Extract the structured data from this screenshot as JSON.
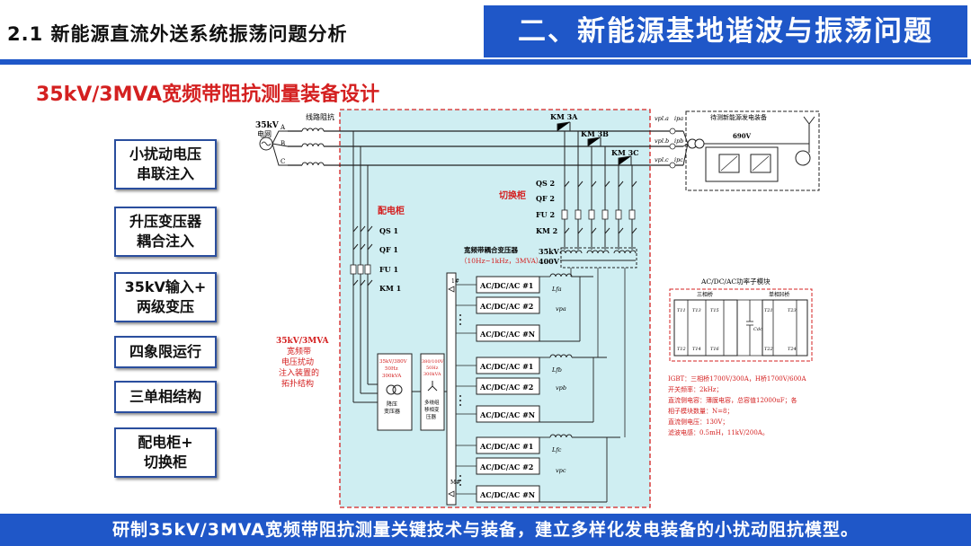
{
  "header": {
    "section_title": "2.1 新能源直流外送系统振荡问题分析",
    "chapter_title": "二、新能源基地谐波与振荡问题"
  },
  "subtitle": "35kV/3MVA宽频带阻抗测量装备设计",
  "features": [
    {
      "line1": "小扰动电压",
      "line2": "串联注入"
    },
    {
      "line1": "升压变压器",
      "line2": "耦合注入"
    },
    {
      "line1": "35kV输入+",
      "line2": "两级变压"
    },
    {
      "line1": "四象限运行",
      "line2": ""
    },
    {
      "line1": "三单相结构",
      "line2": ""
    },
    {
      "line1": "配电柜+",
      "line2": "切换柜"
    }
  ],
  "diagram": {
    "grid": {
      "line1": "35kV",
      "line2": "电网"
    },
    "line_impedance": "线路阻抗",
    "phases": [
      "A",
      "B",
      "C"
    ],
    "dist_cabinet": "配电柜",
    "dist_switches": [
      "QS 1",
      "QF 1",
      "FU 1",
      "KM 1"
    ],
    "switch_cabinet": "切换柜",
    "switch_switches": [
      "QS 2",
      "QF 2",
      "FU 2",
      "KM 2"
    ],
    "km3": [
      "KM 3A",
      "KM 3B",
      "KM 3C"
    ],
    "voltage_35kv": "35kV",
    "voltage_400v": "400V",
    "coupling_title": "宽频带耦合变压器",
    "coupling_range": "（10Hz~1kHz，3MVA）",
    "device_label": [
      "35kV/3MVA",
      "宽频带",
      "电压扰动",
      "注入装置的",
      "拓扑结构"
    ],
    "step_down_rating": [
      "35kV/380V",
      "50Hz",
      "300kVA"
    ],
    "step_down_name": [
      "降压",
      "变压器"
    ],
    "mwt_rating": [
      "380/100V",
      "50Hz",
      "300kVA"
    ],
    "mwt_name": [
      "多绕组",
      "移相变",
      "压器"
    ],
    "mwt_terminals": [
      "1#",
      "M#"
    ],
    "converters_a": [
      "AC/DC/AC #1",
      "AC/DC/AC #2",
      "AC/DC/AC #N"
    ],
    "converters_b": [
      "AC/DC/AC #1",
      "AC/DC/AC #2",
      "AC/DC/AC #N"
    ],
    "converters_c": [
      "AC/DC/AC #1",
      "AC/DC/AC #2",
      "AC/DC/AC #N"
    ],
    "filter_labels": [
      "Lfa",
      "Lfb",
      "Lfc"
    ],
    "inj_labels": [
      "vpa",
      "vpb",
      "vpc"
    ],
    "meas_v": [
      "vpl.a",
      "vpl.b",
      "vpl.c"
    ],
    "meas_i": [
      "ipa",
      "ipb",
      "ipc"
    ],
    "dut_title": "待测新能源发电装备",
    "dut_voltage": "690V",
    "module_title": "AC/DC/AC功率子模块",
    "module_left": "三相桥",
    "module_right": "单相H桥",
    "module_cap": "Cdc",
    "igbt_labels": [
      "T11",
      "T12",
      "T13",
      "T14",
      "T15",
      "T16",
      "T21",
      "T22",
      "T23",
      "T24"
    ],
    "specs": [
      "IGBT：三相桥1700V/300A，H桥1700V/600A",
      "开关频率：2kHz；",
      "直流侧电容：薄膜电容，总容值12000uF；各",
      "相子模块数量：N=8；",
      "直流侧电压：130V；",
      "滤波电感：0.5mH，11kV/200A。"
    ]
  },
  "footer": "研制35kV/3MVA宽频带阻抗测量关键技术与装备，建立多样化发电装备的小扰动阻抗模型。",
  "colors": {
    "primary": "#1f57c8",
    "accent_red": "#d42020",
    "device_bg": "#cfeef2",
    "border": "#2a4e9e"
  }
}
